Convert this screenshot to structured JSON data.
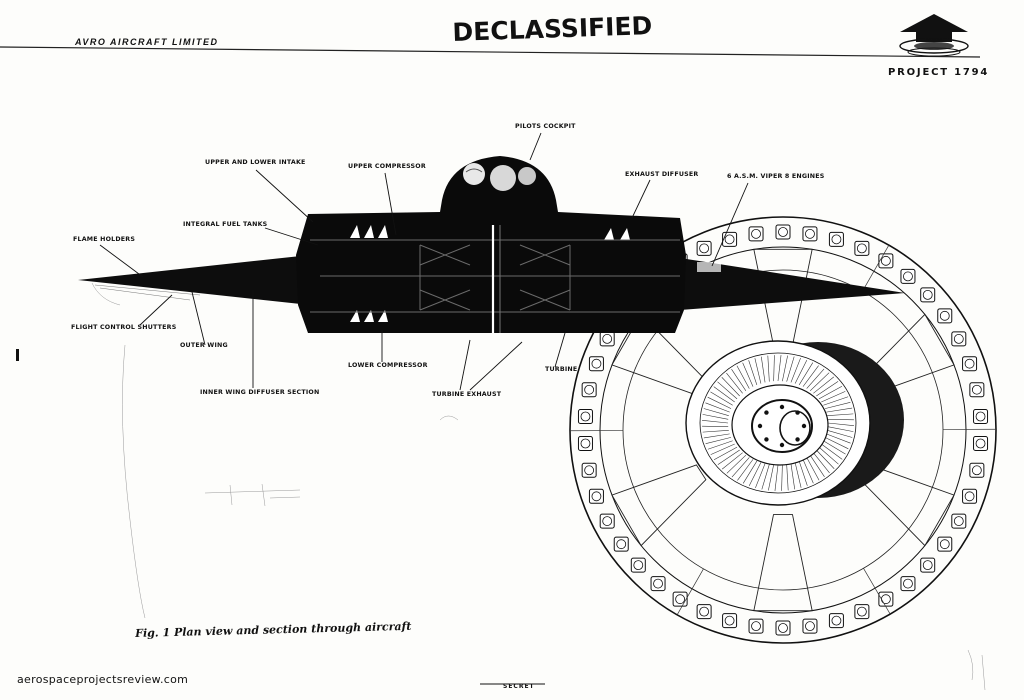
{
  "header": {
    "company": "AVRO AIRCRAFT LIMITED",
    "stamp": "DECLASSIFIED",
    "project": "PROJECT 1794"
  },
  "labels": {
    "pilots_cockpit": "PILOTS COCKPIT",
    "upper_lower_intake": "UPPER AND LOWER INTAKE",
    "upper_compressor": "UPPER COMPRESSOR",
    "exhaust_diffuser": "EXHAUST DIFFUSER",
    "engines": "6 A.S.M. VIPER 8 ENGINES",
    "integral_fuel_tanks": "INTEGRAL FUEL TANKS",
    "flame_holders": "FLAME HOLDERS",
    "flight_control_shutters": "FLIGHT CONTROL SHUTTERS",
    "outer_wing": "OUTER WING",
    "lower_compressor": "LOWER COMPRESSOR",
    "turbine": "TURBINE",
    "inner_wing_diffuser": "INNER WING DIFFUSER SECTION",
    "turbine_exhaust": "TURBINE EXHAUST"
  },
  "caption": "Fig. 1  Plan view and section through aircraft",
  "watermark": "aerospaceprojectsreview.com",
  "footer_stamp": "SECRET",
  "icons": {
    "logo": "saucer-arrow-logo"
  }
}
